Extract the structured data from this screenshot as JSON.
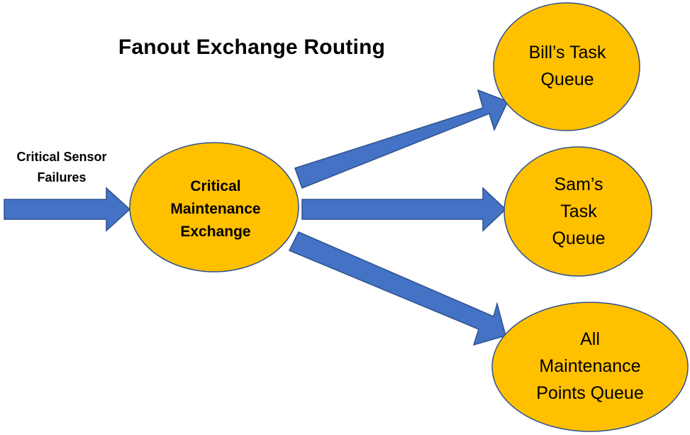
{
  "diagram": {
    "title": "Fanout Exchange Routing",
    "source": {
      "lines": [
        "Critical Sensor",
        "Failures"
      ]
    },
    "exchange": {
      "lines": [
        "Critical",
        "Maintenance",
        "Exchange"
      ]
    },
    "queues": [
      {
        "id": "bill",
        "lines": [
          "Bill’s Task",
          "Queue"
        ]
      },
      {
        "id": "sam",
        "lines": [
          "Sam’s",
          "Task",
          "Queue"
        ]
      },
      {
        "id": "all",
        "lines": [
          "All",
          "Maintenance",
          "Points Queue"
        ]
      }
    ],
    "colors": {
      "node_fill": "#FFC000",
      "node_stroke": "#2F528F",
      "arrow_fill": "#4472C4",
      "arrow_stroke": "#2F528F",
      "text": "#000000"
    }
  }
}
